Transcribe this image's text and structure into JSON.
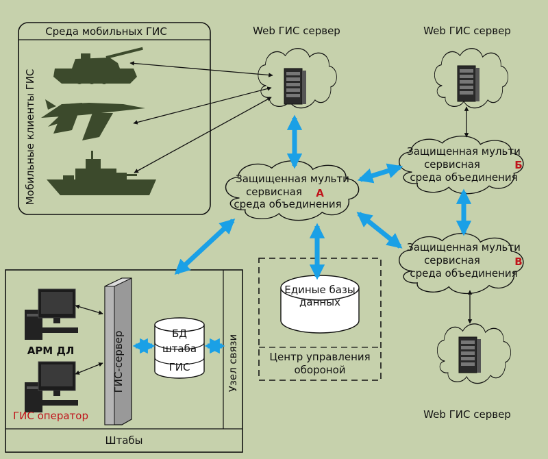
{
  "mobile_env": {
    "title": "Среда мобильных ГИС",
    "side_label": "Мобильные клиенты ГИС"
  },
  "web_servers": {
    "top_left": "Web ГИС сервер",
    "top_right": "Web ГИС сервер",
    "bottom_right": "Web ГИС сервер"
  },
  "cloud_a": {
    "line1": "Защищенная мульти",
    "line2": "сервисная",
    "line3": "среда объединения",
    "letter": "А"
  },
  "cloud_b": {
    "line1": "Защищенная мульти",
    "line2": "сервисная",
    "line3": "среда объединения",
    "letter": "Б"
  },
  "cloud_v": {
    "line1": "Защищенная мульти",
    "line2": "сервисная",
    "line3": "среда объединения",
    "letter": "В"
  },
  "db": {
    "line1": "Единые базы",
    "line2": "данных"
  },
  "defense_center": {
    "line1": "Центр управления",
    "line2": "обороной"
  },
  "hq": {
    "bottom_label": "Штабы",
    "arm": "АРМ ДЛ",
    "operator": "ГИС оператор",
    "gis_server": "ГИС-сервер",
    "comm_node": "Узел связи",
    "hq_db": {
      "line1": "БД",
      "line2": "штаба",
      "line3": "ГИС"
    }
  },
  "colors": {
    "background": "#c6d1ac",
    "arrow_blue": "#1aa0e6",
    "red_accent": "#c0141b",
    "silhouette": "#3c4a2c"
  }
}
